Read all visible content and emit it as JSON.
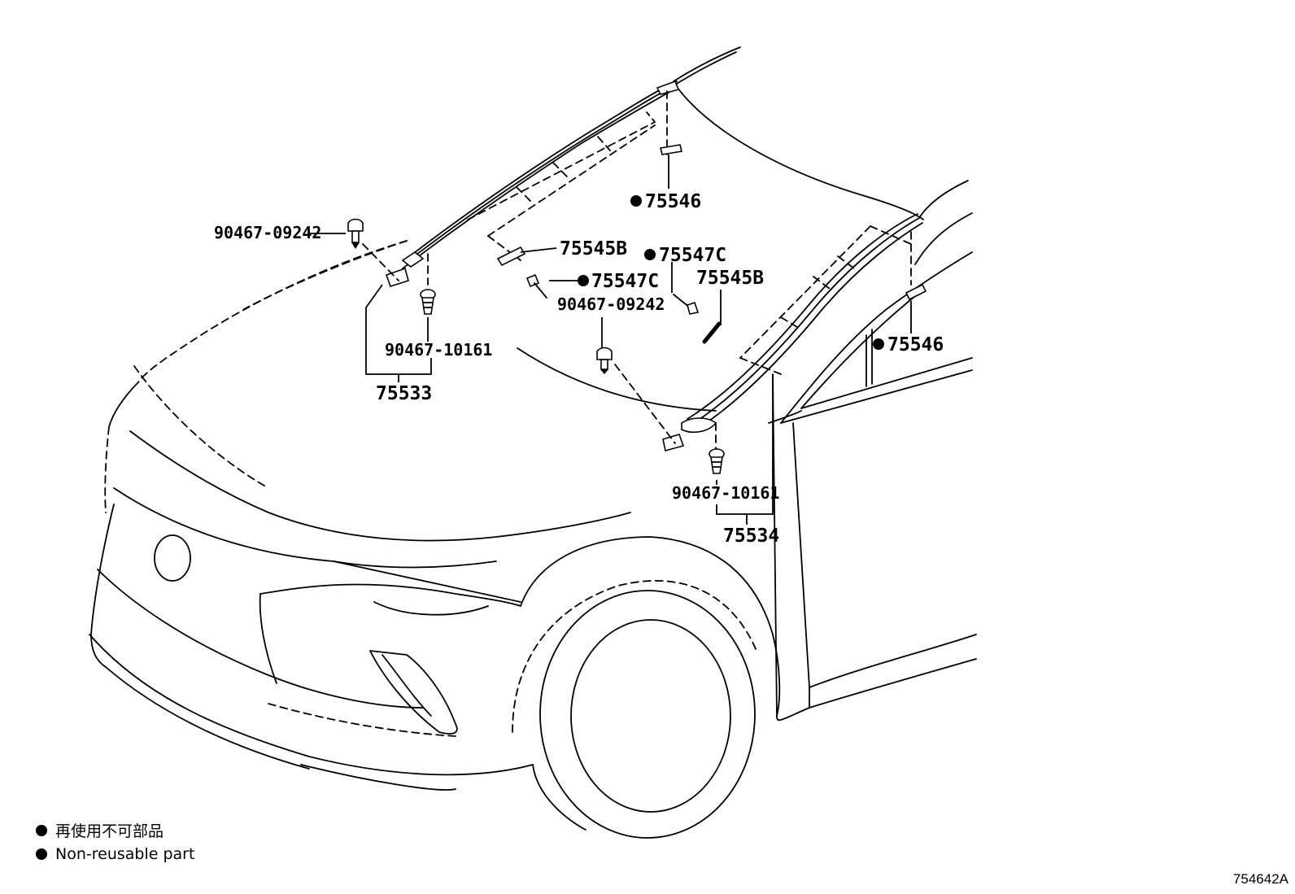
{
  "labels": {
    "p_9046709242_left": "90467-09242",
    "p_75546_top": "75546",
    "p_75545B_left": "75545B",
    "p_75547C_left": "75547C",
    "p_9046709242_center": "90467-09242",
    "p_9046710161_left": "90467-10161",
    "p_75533": "75533",
    "p_75547C_right": "75547C",
    "p_75545B_right": "75545B",
    "p_75546_right": "75546",
    "p_9046710161_right": "90467-10161",
    "p_75534": "75534"
  },
  "legend": {
    "jp": "再使用不可部品",
    "en": "Non-reusable part"
  },
  "figure_code": "754642A"
}
